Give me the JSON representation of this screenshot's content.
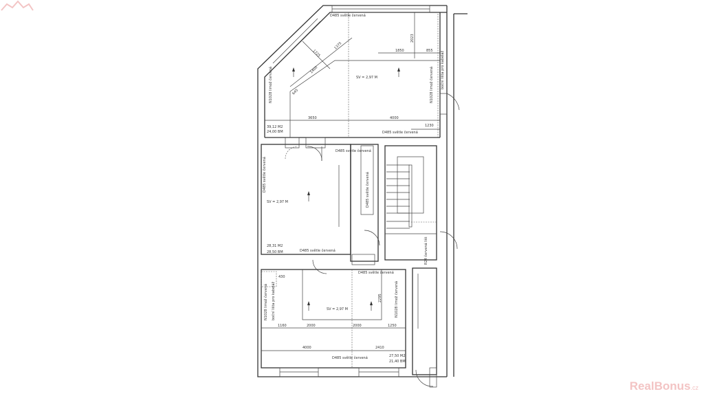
{
  "plan": {
    "wall_finish": "D485 světle červená",
    "wall_finish_alt": "N1028 limož červená",
    "cable_trunk": "boční lišta pro kabeláž",
    "stair_rail": "R24 červená lišt",
    "ceiling_height": "SV = 2,97 M"
  },
  "room_top": {
    "area": "39,12 M2",
    "perimeter": "24,00 BM",
    "dims": [
      "1725",
      "1375",
      "1400",
      "645",
      "1850",
      "855",
      "2023",
      "3650",
      "4000",
      "1230"
    ]
  },
  "room_middle": {
    "area": "28,31 M2",
    "perimeter": "28,50 BM"
  },
  "room_bottom": {
    "area": "27,50 M2",
    "perimeter": "21,40 BM",
    "dims": [
      "430",
      "2295",
      "1160",
      "2000",
      "2000",
      "1250",
      "4000",
      "2410"
    ]
  },
  "watermark": {
    "brand": "RealBonus",
    "tld": ".cz",
    "color": "#f3c4c4"
  }
}
